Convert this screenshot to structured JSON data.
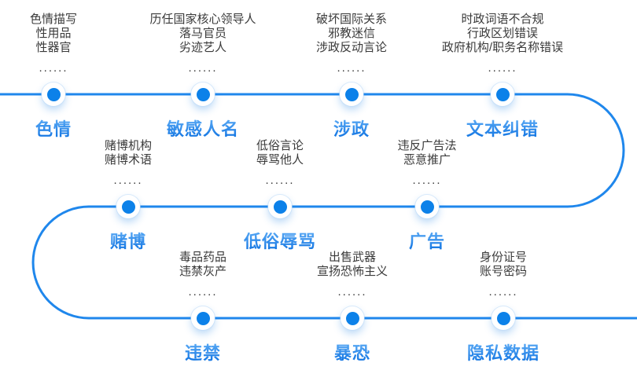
{
  "diagram": {
    "ellipsis": "......",
    "colors": {
      "line": "#1f87ec",
      "dot": "#0c81e9",
      "desc_text": "#3a3a3a",
      "label_gradient_start": "#66b3f8",
      "label_gradient_end": "#1577e3"
    },
    "nodes": [
      {
        "label": "色情",
        "items": [
          "色情描写",
          "性用品",
          "性器官"
        ]
      },
      {
        "label": "敏感人名",
        "items": [
          "历任国家核心领导人",
          "落马官员",
          "劣迹艺人"
        ]
      },
      {
        "label": "涉政",
        "items": [
          "破坏国际关系",
          "邪教迷信",
          "涉政反动言论"
        ]
      },
      {
        "label": "文本纠错",
        "items": [
          "时政词语不合规",
          "行政区划错误",
          "政府机构/职务名称错误"
        ]
      },
      {
        "label": "赌博",
        "items": [
          "赌博机构",
          "赌博术语"
        ]
      },
      {
        "label": "低俗辱骂",
        "items": [
          "低俗言论",
          "辱骂他人"
        ]
      },
      {
        "label": "广告",
        "items": [
          "违反广告法",
          "恶意推广"
        ]
      },
      {
        "label": "违禁",
        "items": [
          "毒品药品",
          "违禁灰产"
        ]
      },
      {
        "label": "暴恐",
        "items": [
          "出售武器",
          "宣扬恐怖主义"
        ]
      },
      {
        "label": "隐私数据",
        "items": [
          "身份证号",
          "账号密码"
        ]
      }
    ]
  }
}
